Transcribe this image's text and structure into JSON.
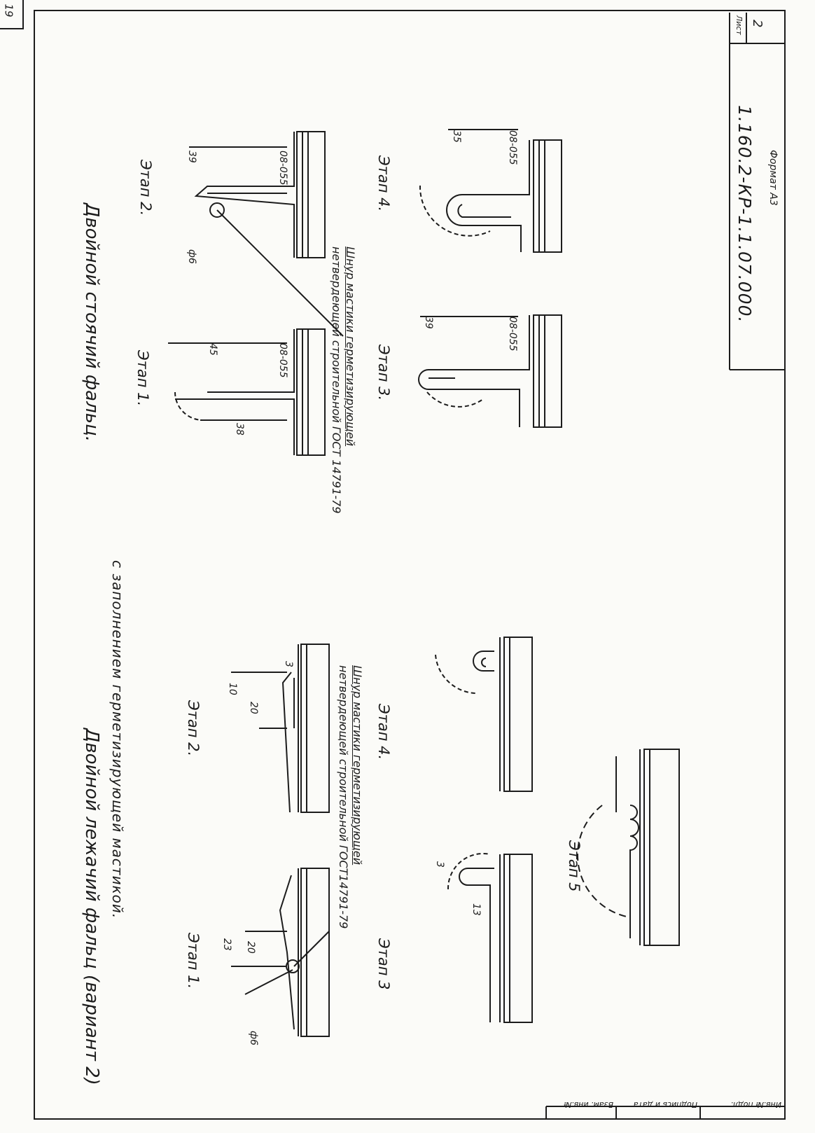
{
  "page_number": "19",
  "left_section": {
    "title": "Двойной лежачий фальц (вариант 2)",
    "subtitle": "с заполнением герметизирующей мастикой.",
    "stages": [
      "Этап 1.",
      "Этап 2.",
      "Этап 3",
      "Этап 4.",
      "Этап 5"
    ],
    "note_line1": "Шнур мастики герметизирующей",
    "note_line2": "нетвердеющей строительной ГОСТ14791-79",
    "dims": [
      "23",
      "20",
      "ф6",
      "10",
      "20",
      "3",
      "13",
      "3"
    ]
  },
  "right_section": {
    "title": "Двойной стоячий фальц.",
    "stages": [
      "Этап 1.",
      "Этап 2.",
      "Этап 3.",
      "Этап 4."
    ],
    "note_line1": "Шнур мастики герметизирующей",
    "note_line2": "нетвердеющей строительной ГОСТ 14791-79",
    "dims": [
      "38",
      "45",
      "08-055",
      "39",
      "08-055",
      "ф6",
      "39",
      "08-055",
      "35",
      "08-055"
    ]
  },
  "title_block": {
    "doc_code": "1.160.2-КР-1.1.07.000.",
    "sheet_label": "Лист",
    "sheet_number": "2",
    "format_label": "Формат А3",
    "stamp_columns": [
      "Инв.№ подл.",
      "Подпись и дата",
      "Взам. инв.№"
    ]
  },
  "colors": {
    "ink": "#1c1c1c",
    "paper": "#fbfbf8"
  }
}
